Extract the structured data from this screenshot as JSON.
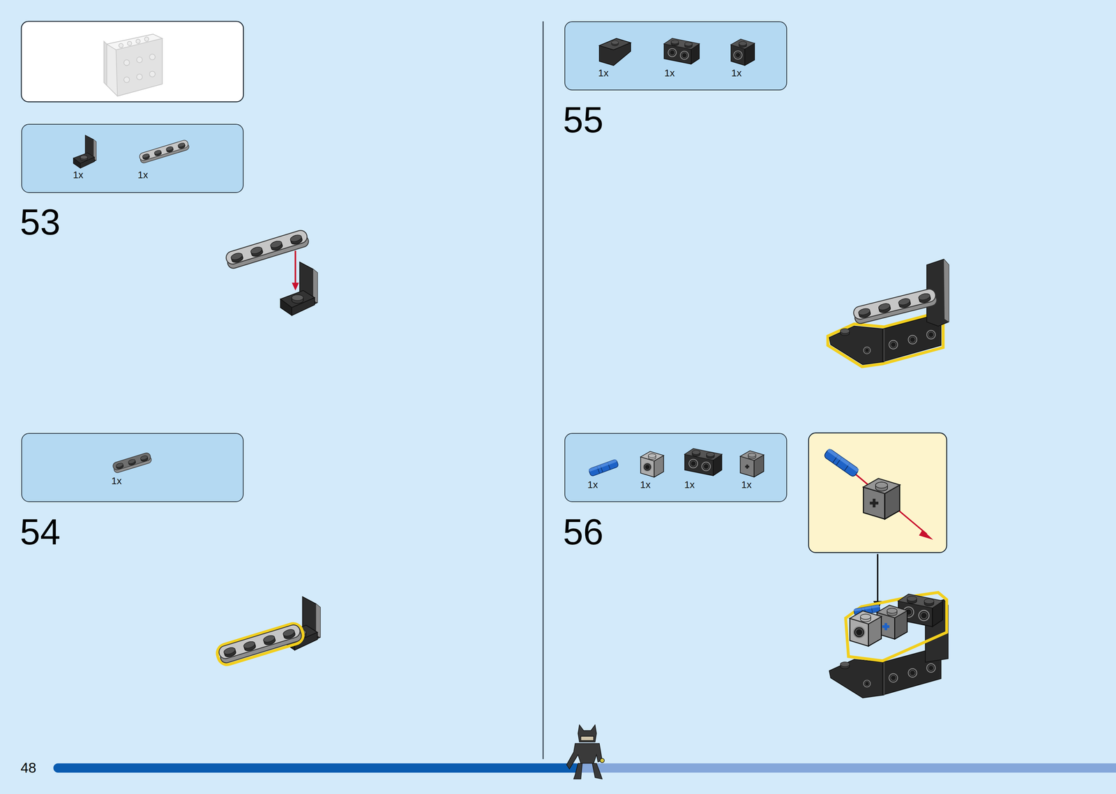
{
  "diagram": {
    "nodes": [
      {
        "text": [
          "1x",
          "1x"
        ]
      },
      {
        "text": [
          "1x"
        ]
      },
      {
        "text": [
          "1x",
          "1x",
          "1x"
        ]
      },
      {
        "text": [
          "1x",
          "1x",
          "1x",
          "1x"
        ]
      }
    ],
    "labels": [
      "53",
      "54",
      "55",
      "56",
      "48"
    ]
  }
}
